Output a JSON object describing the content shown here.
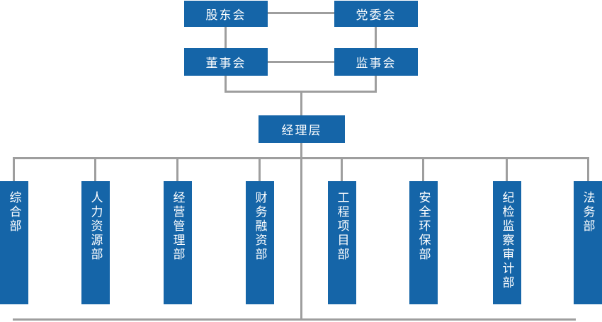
{
  "palette": {
    "node_blue": "#1565a8",
    "connector_gray": "#9e9e9e",
    "node_text_white": "#ffffff",
    "background_white": "#ffffff"
  },
  "org_chart": {
    "level1": [
      {
        "label": "股东会"
      },
      {
        "label": "党委会"
      }
    ],
    "level2": [
      {
        "label": "董事会"
      },
      {
        "label": "监事会"
      }
    ],
    "level3": {
      "label": "经理层"
    },
    "departments": [
      {
        "label": "综合部"
      },
      {
        "label": "人力资源部"
      },
      {
        "label": "经营管理部"
      },
      {
        "label": "财务融资部"
      },
      {
        "label": "工程项目部"
      },
      {
        "label": "安全环保部"
      },
      {
        "label": "纪检监察审计部"
      },
      {
        "label": "法务部"
      }
    ]
  }
}
